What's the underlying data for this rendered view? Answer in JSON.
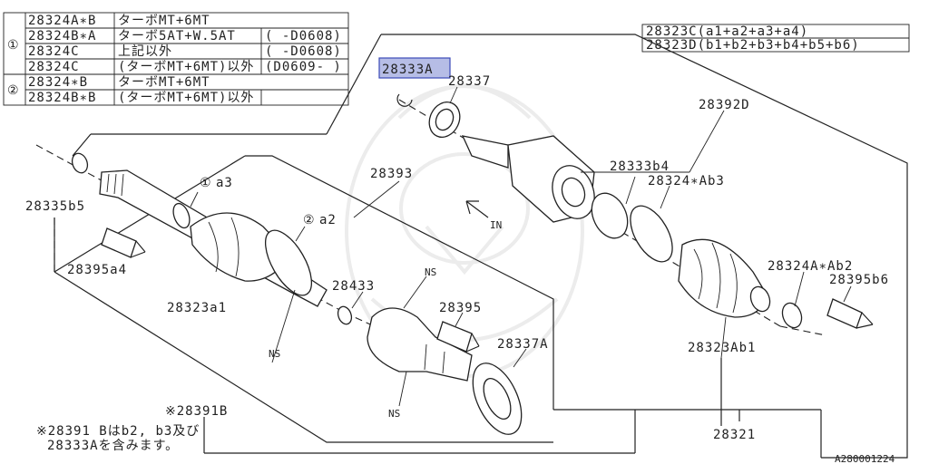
{
  "table1": {
    "group1_mark": "①",
    "group2_mark": "②",
    "rows": [
      {
        "part": "28324A∗B",
        "desc": "ターボMT+6MT",
        "range": ""
      },
      {
        "part": "28324B∗A",
        "desc": "ターボ5AT+W.5AT",
        "range": "( -D0608)"
      },
      {
        "part": "28324C",
        "desc": "上記以外",
        "range": "( -D0608)"
      },
      {
        "part": "28324C",
        "desc": "(ターボMT+6MT)以外",
        "range": "(D0609- )"
      },
      {
        "part": "28324∗B",
        "desc": "ターボMT+6MT",
        "range": ""
      },
      {
        "part": "28324B∗B",
        "desc": "(ターボMT+6MT)以外",
        "range": ""
      }
    ]
  },
  "table2": {
    "rows": [
      "28323C(a1+a2+a3+a4)",
      "28323D(b1+b2+b3+b4+b5+b6)"
    ]
  },
  "labels": {
    "p28333A": "28333A",
    "p28337": "28337",
    "p28392D": "28392D",
    "p28333b4": "28333b4",
    "p28324Ab3": "28324∗Ab3",
    "p28324Ab2": "28324A∗Ab2",
    "p28395b6": "28395b6",
    "p28323Ab1": "28323Ab1",
    "p28321": "28321",
    "p28393": "28393",
    "p28335b5": "28335b5",
    "p28395a4": "28395a4",
    "p28323a1": "28323a1",
    "p28433": "28433",
    "p28395": "28395",
    "p28337A": "28337A",
    "p28391B": "※28391B",
    "a3": "a3",
    "a3_mark": "①",
    "a2": "a2",
    "a2_mark": "②",
    "ns1": "NS",
    "ns2": "NS",
    "ns3": "NS",
    "in_arrow": "IN",
    "note_line1": "※28391 Bはb2, b3及び",
    "note_line2": "28333Aを含みます。",
    "figure_id": "A280001224"
  },
  "colors": {
    "line": "#222222",
    "highlight_fill": "#b6bde6",
    "highlight_stroke": "#3b4ab8",
    "watermark": "#ececec"
  }
}
